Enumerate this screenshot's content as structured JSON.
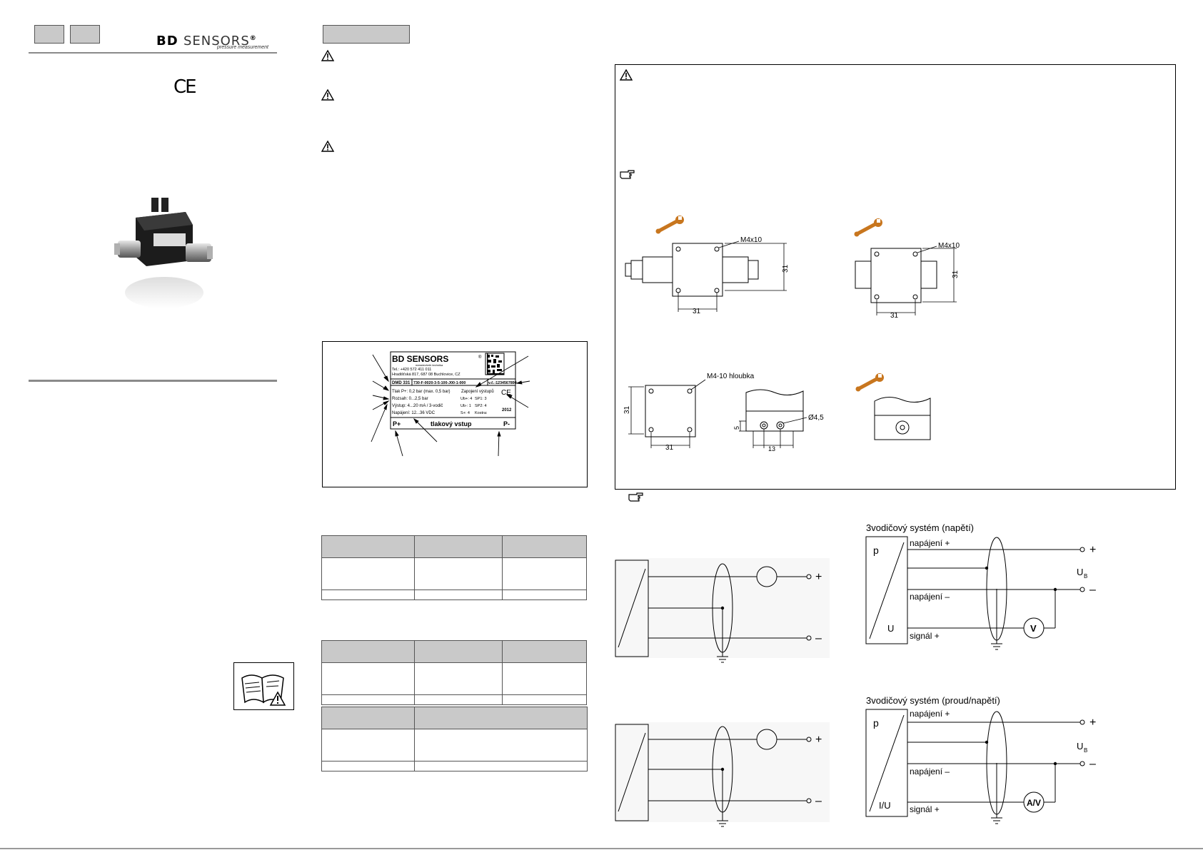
{
  "brand": {
    "name_bold": "BD",
    "name_light": "SENSORS",
    "registered": "®",
    "tagline": "pressure measurement",
    "ce_mark": "CE"
  },
  "icons": {
    "warning": "warning-triangle-icon",
    "note": "pointing-hand-icon",
    "manual": "open-book-warning-icon",
    "wrench": "wrench-icon"
  },
  "nameplate": {
    "brand": "BD SENSORS",
    "registered": "®",
    "brand_sub": "messtechnik technika",
    "phone": "Tel.: +420 572 411 011",
    "address": "Hradišťská 817, 687 08 Buchlovice, CZ",
    "model": "DMD 331",
    "code": "730-F-0020-3-5-100-J00-1-000",
    "serial": "v.č.:1234567890",
    "row1_left": "Tlak P+: 0,2 bar (max. 0,5 bar)",
    "row1_right": "Zapojení výstupů",
    "row2_left": "Rozsah: 0...2,5 bar",
    "row2_mid": "Ub+: 4",
    "row2_right": "SP1: 3",
    "row3_left": "Výstup: 4...20 mA / 3-vodič",
    "row3_mid": "Ub-: 1",
    "row3_right": "SP2: 4",
    "row4_left": "Napájení: 12...36 VDC",
    "row4_mid": "S+: 4",
    "row4_right": "Kostra:",
    "year": "2012",
    "p_plus": "P+",
    "input_label": "tlakový vstup",
    "p_minus": "P-"
  },
  "mounting": {
    "screw_label": "M4x10",
    "screw_label_2": "M4x10",
    "threaded_label": "M4-10 hloubka",
    "dim_31": "31",
    "dim_5": "5",
    "dim_13": "13",
    "hole_label": "Ø4,5"
  },
  "wiring": {
    "plus": "+",
    "minus": "–",
    "top_title": "3vodičový systém (napětí)",
    "bottom_title": "3vodičový systém (proud/napětí)",
    "p": "p",
    "supply_plus": "napájení +",
    "supply_minus": "napájení –",
    "signal_plus": "signál +",
    "u_label": "U",
    "iu_label": "I/U",
    "ub_label": "U",
    "ub_sub": "B",
    "voltmeter": "V",
    "av_meter": "A/V"
  },
  "colors": {
    "gray_fill": "#c9c9c9",
    "wrench": "#c8761e",
    "rule": "#8a8a8a"
  }
}
